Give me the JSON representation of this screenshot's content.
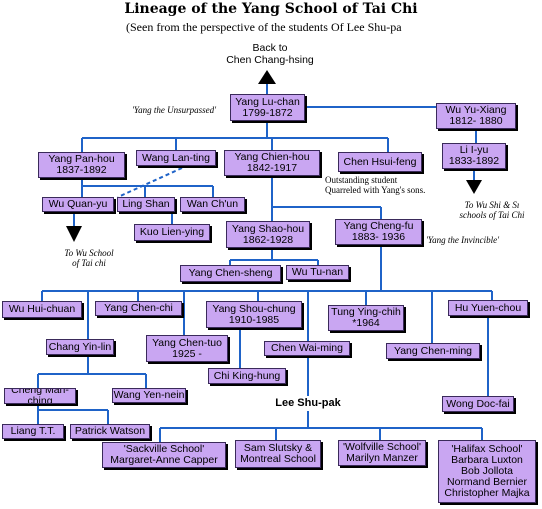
{
  "title": "Lineage of the Yang School of Tai Chi",
  "subtitle": "(Seen from the perspective of the students Of Lee Shu-pa",
  "back_to": [
    "Back to",
    "Chen Chang-hsing"
  ],
  "people": {
    "yang_lu_chan": [
      "Yang Lu-chan",
      "1799-1872"
    ],
    "wu_yu_xiang": [
      "Wu Yu-Xiang",
      "1812- 1880"
    ],
    "li_i_yu": [
      "Li I-yu",
      "1833-1892"
    ],
    "yang_pan_hou": [
      "Yang Pan-hou",
      "1837-1892"
    ],
    "wang_lan_ting": [
      "Wang Lan-ting"
    ],
    "yang_chien_hou": [
      "Yang Chien-hou",
      "1842-1917"
    ],
    "chen_hsui_feng": [
      "Chen Hsui-feng"
    ],
    "wu_quan_yu": [
      "Wu Quan-yu"
    ],
    "ling_shan": [
      "Ling Shan"
    ],
    "wan_chun": [
      "Wan Ch'un"
    ],
    "kuo_lien_ying": [
      "Kuo Lien-ying"
    ],
    "yang_shao_hou": [
      "Yang Shao-hou",
      "1862-1928"
    ],
    "yang_cheng_fu": [
      "Yang Cheng-fu",
      "1883- 1936"
    ],
    "yang_chen_sheng": [
      "Yang Chen-sheng"
    ],
    "wu_tu_nan": [
      "Wu Tu-nan"
    ],
    "wu_hui_chuan": [
      "Wu Hui-chuan"
    ],
    "yang_chen_chi": [
      "Yang Chen-chi"
    ],
    "yang_shou_chung": [
      "Yang Shou-chung",
      "1910-1985"
    ],
    "tung_ying_chih": [
      "Tung Ying-chih",
      "*1964"
    ],
    "hu_yuen_chou": [
      "Hu Yuen-chou"
    ],
    "chang_yin_lin": [
      "Chang Yin-lin"
    ],
    "yang_chen_tuo": [
      "Yang Chen-tuo",
      "1925 -"
    ],
    "chen_wai_ming": [
      "Chen Wai-ming"
    ],
    "yang_chen_ming": [
      "Yang Chen-ming"
    ],
    "chi_king_hung": [
      "Chi King-hung"
    ],
    "cheng_man_ching": [
      "Cheng Man-ching"
    ],
    "wang_yen_nein": [
      "Wang Yen-nein"
    ],
    "lee_shu_pak": [
      "Lee Shu-pak"
    ],
    "wong_doc_fai": [
      "Wong Doc-fai"
    ],
    "liang_tt": [
      "Liang T.T."
    ],
    "patrick_watson": [
      "Patrick Watson"
    ],
    "sackville": [
      "'Sackville School'",
      "Margaret-Anne Capper"
    ],
    "montreal": [
      "Sam Slutsky &",
      "Montreal School"
    ],
    "wolfville": [
      "'Wolfville School'",
      "Marilyn Manzer"
    ],
    "halifax": [
      "'Halifax School'",
      "Barbara Luxton",
      "Bob Jollota",
      "Normand Bernier",
      "Christopher Majka"
    ]
  },
  "notes": {
    "unsurpassed": "'Yang the Unsurpassed'",
    "invincible": "'Yang the Invincible'",
    "chen_hsui_feng_note": [
      "Outstanding student",
      "Quarreled with Yang's sons."
    ],
    "to_wu_school": [
      "To Wu School",
      "of Tai chi"
    ],
    "to_wu_shi": [
      "To  Wu Shi  & Sı",
      "schools of Tai Chi"
    ]
  },
  "colors": {
    "box_fill": "#c9a6f2",
    "line": "#1f63c8",
    "dash": "#1f63c8",
    "arrow": "#000000"
  }
}
